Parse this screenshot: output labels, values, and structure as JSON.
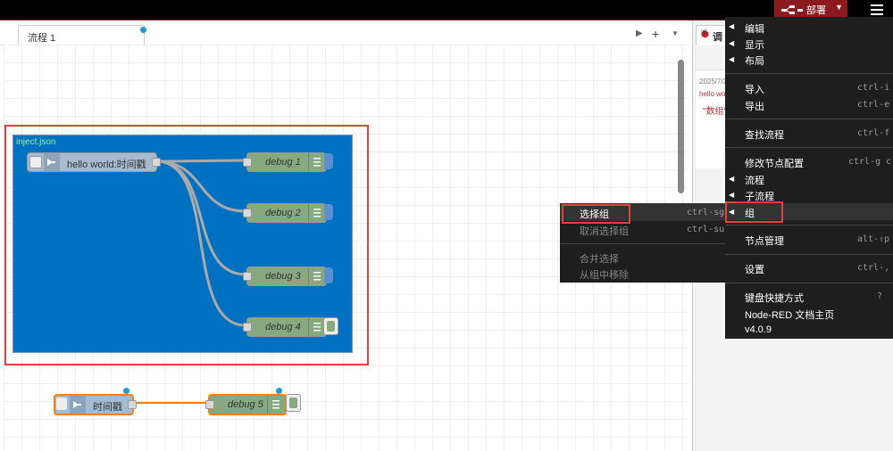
{
  "header": {
    "deploy_label": "部署"
  },
  "workspace": {
    "tabs": [
      {
        "label": "流程 1"
      }
    ],
    "tab_actions": [
      "add-icon",
      "chevron-down-icon",
      "play-icon"
    ],
    "group": {
      "label": "inject.json",
      "color": "#0070c0"
    },
    "nodes": {
      "inject1": {
        "label": "hello world:时间戳"
      },
      "debug1": {
        "label": "debug 1"
      },
      "debug2": {
        "label": "debug 2"
      },
      "debug3": {
        "label": "debug 3"
      },
      "debug4": {
        "label": "debug 4"
      },
      "inject2": {
        "label": "时间戳"
      },
      "debug5": {
        "label": "debug 5"
      }
    }
  },
  "sidebar": {
    "tab_label": "调",
    "message": {
      "timestamp": "2025/7/2",
      "topic": "hello wor",
      "payload": "\"数组\""
    }
  },
  "context_menu": {
    "items": [
      {
        "label": "选择组",
        "shortcut": "ctrl-sg",
        "enabled": true
      },
      {
        "label": "取消选择组",
        "shortcut": "ctrl-su",
        "enabled": false
      },
      {
        "label": "合并选择",
        "shortcut": "",
        "enabled": false
      },
      {
        "label": "从组中移除",
        "shortcut": "",
        "enabled": false
      }
    ]
  },
  "main_menu": {
    "items": [
      {
        "label": "编辑",
        "shortcut": "",
        "submenu": true
      },
      {
        "label": "显示",
        "shortcut": "",
        "submenu": true
      },
      {
        "label": "布局",
        "shortcut": "",
        "submenu": true
      },
      {
        "label": "导入",
        "shortcut": "ctrl-i",
        "submenu": false
      },
      {
        "label": "导出",
        "shortcut": "ctrl-e",
        "submenu": false
      },
      {
        "label": "查找流程",
        "shortcut": "ctrl-f",
        "submenu": false
      },
      {
        "label": "修改节点配置",
        "shortcut": "ctrl-g c",
        "submenu": false
      },
      {
        "label": "流程",
        "shortcut": "",
        "submenu": true
      },
      {
        "label": "子流程",
        "shortcut": "",
        "submenu": true
      },
      {
        "label": "组",
        "shortcut": "",
        "submenu": true
      },
      {
        "label": "节点管理",
        "shortcut": "alt-⇧p",
        "submenu": false
      },
      {
        "label": "设置",
        "shortcut": "ctrl-,",
        "submenu": false
      },
      {
        "label": "键盘快捷方式",
        "shortcut": "?",
        "submenu": false
      },
      {
        "label": "Node-RED 文档主页",
        "shortcut": "",
        "submenu": false
      },
      {
        "label": "v4.0.9",
        "shortcut": "",
        "submenu": false
      }
    ]
  },
  "colors": {
    "highlight": "#e8413b",
    "deploy_bg": "#8c1b1f",
    "group_bg": "#0070c0",
    "inject": "#a6bbcf",
    "debug": "#87a980",
    "selected_wire": "#ff7f0e"
  }
}
